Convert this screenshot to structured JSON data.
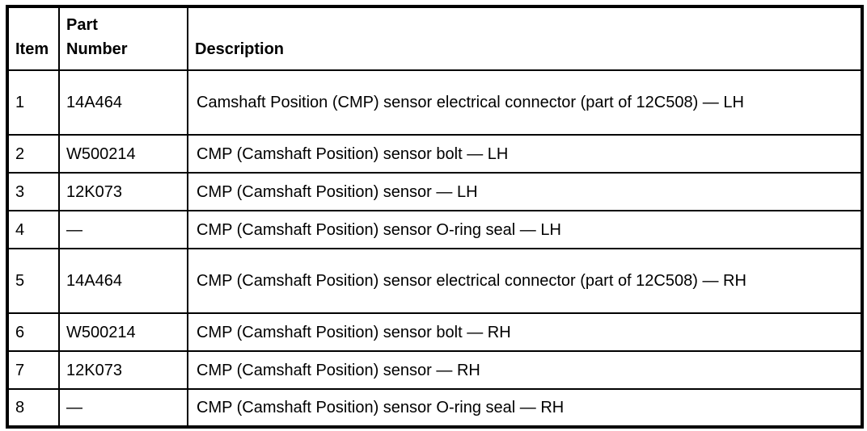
{
  "table": {
    "columns": [
      {
        "key": "item",
        "label": "Item"
      },
      {
        "key": "part_number",
        "label": "Part\nNumber"
      },
      {
        "key": "description",
        "label": "Description"
      }
    ],
    "rows": [
      {
        "item": "1",
        "part_number": "14A464",
        "description": "Camshaft Position (CMP) sensor electrical connector (part of 12C508) — LH"
      },
      {
        "item": "2",
        "part_number": "W500214",
        "description": "CMP (Camshaft Position) sensor bolt — LH"
      },
      {
        "item": "3",
        "part_number": "12K073",
        "description": "CMP (Camshaft Position) sensor — LH"
      },
      {
        "item": "4",
        "part_number": "—",
        "description": "CMP (Camshaft Position) sensor O-ring seal — LH"
      },
      {
        "item": "5",
        "part_number": "14A464",
        "description": "CMP (Camshaft Position) sensor electrical connector (part of 12C508) — RH"
      },
      {
        "item": "6",
        "part_number": "W500214",
        "description": "CMP (Camshaft Position) sensor bolt — RH"
      },
      {
        "item": "7",
        "part_number": "12K073",
        "description": "CMP (Camshaft Position) sensor — RH"
      },
      {
        "item": "8",
        "part_number": "—",
        "description": "CMP (Camshaft Position) sensor O-ring seal — RH"
      }
    ],
    "colors": {
      "border": "#000000",
      "text": "#000000",
      "background": "#ffffff"
    }
  }
}
